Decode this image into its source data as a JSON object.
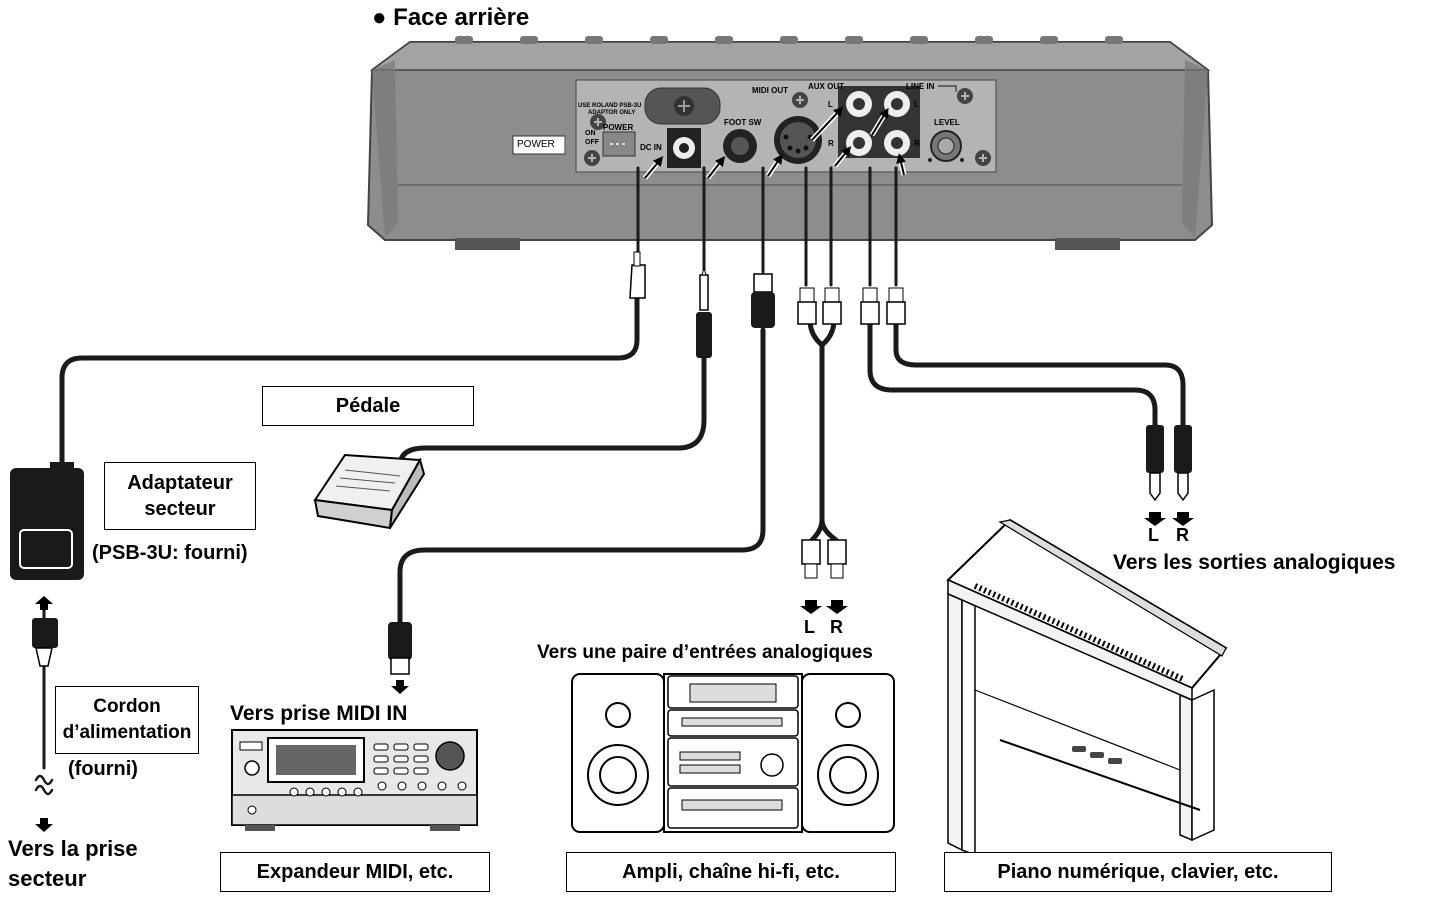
{
  "title": "Face arrière",
  "panel": {
    "power": "POWER",
    "on": "ON",
    "off": "OFF",
    "power_switch": "POWER",
    "adaptor_note_1": "USE ROLAND PSB-3U",
    "adaptor_note_2": "ADAPTOR ONLY",
    "dc_in": "DC IN",
    "foot_sw": "FOOT SW",
    "midi_out": "MIDI OUT",
    "aux_out": "AUX OUT",
    "line_in": "LINE IN",
    "level": "LEVEL",
    "l": "L",
    "r": "R"
  },
  "labels": {
    "pedal": "Pédale",
    "adaptor_1": "Adaptateur",
    "adaptor_2": "secteur",
    "adaptor_supplied": "(PSB-3U: fourni)",
    "cord_1": "Cordon",
    "cord_2": "d’alimentation",
    "cord_supplied": "(fourni)",
    "outlet_1": "Vers la prise",
    "outlet_2": "secteur",
    "midi_in": "Vers prise MIDI IN",
    "expander": "Expandeur MIDI, etc.",
    "analog_in": "Vers une paire d’entrées analogiques",
    "amp": "Ampli, chaîne hi-fi, etc.",
    "analog_out": "Vers les sorties analogiques",
    "piano": "Piano numérique, clavier, etc.",
    "l": "L",
    "r": "R"
  },
  "colors": {
    "device_body": "#8d8d8d",
    "device_dark": "#6e6e6e",
    "panel": "#b4b4b4",
    "cable": "#1a1a1a"
  }
}
